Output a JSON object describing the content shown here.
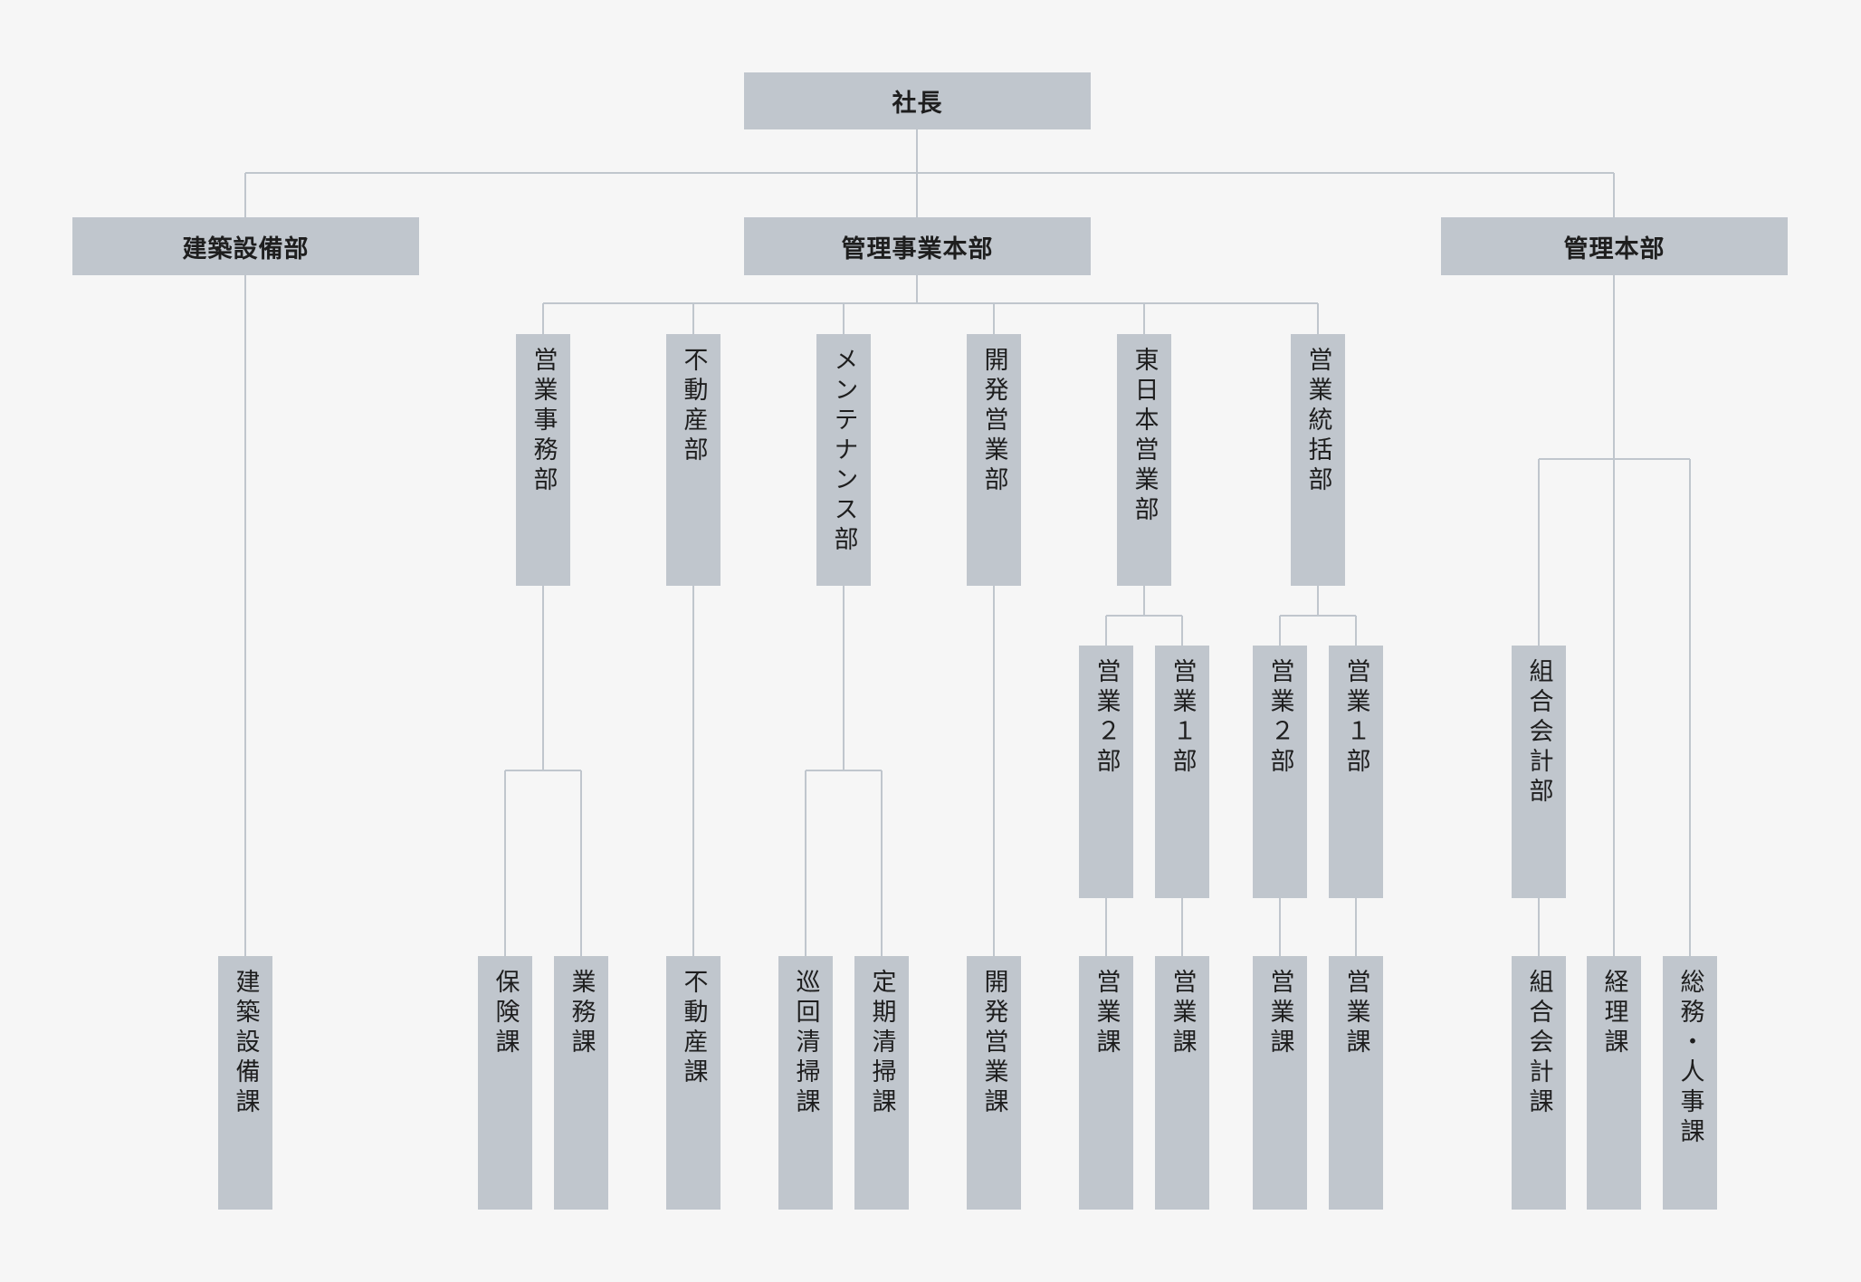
{
  "org": {
    "president": "社長",
    "divisions": {
      "construction": "建築設備部",
      "management_business": "管理事業本部",
      "administration": "管理本部"
    },
    "departments": {
      "sales_admin": "営業事務部",
      "real_estate": "不動産部",
      "maintenance": "メンテナンス部",
      "dev_sales": "開発営業部",
      "east_japan_sales": "東日本営業部",
      "sales_integration": "営業統括部",
      "union_accounting": "組合会計部"
    },
    "sub_departments": {
      "east_sales2": "営業２部",
      "east_sales1": "営業１部",
      "int_sales2": "営業２部",
      "int_sales1": "営業１部"
    },
    "sections": {
      "construction_section": "建築設備課",
      "insurance": "保険課",
      "business": "業務課",
      "real_estate_section": "不動産課",
      "patrol_cleaning": "巡回清掃課",
      "regular_cleaning": "定期清掃課",
      "dev_sales_section": "開発営業課",
      "east2_sales_section": "営業課",
      "east1_sales_section": "営業課",
      "int2_sales_section": "営業課",
      "int1_sales_section": "営業課",
      "union_accounting_section": "組合会計課",
      "accounting": "経理課",
      "general_hr": "総務・人事課"
    }
  }
}
